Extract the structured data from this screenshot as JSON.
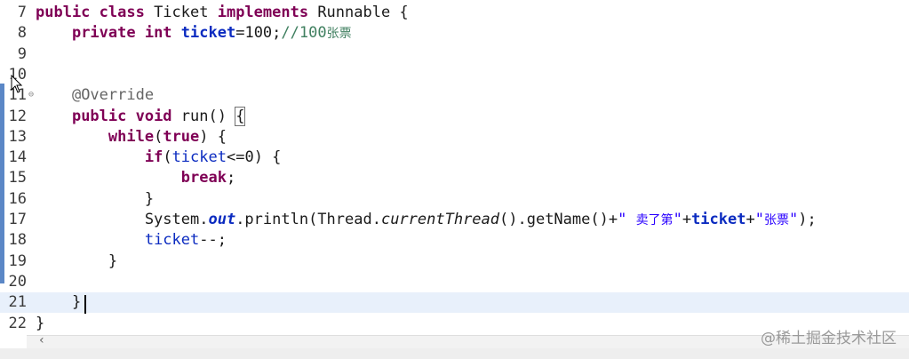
{
  "editor": {
    "lines": [
      {
        "num": "7",
        "parts": [
          {
            "t": "public class",
            "k": "kw"
          },
          {
            "t": " Ticket "
          },
          {
            "t": "implements",
            "k": "kw"
          },
          {
            "t": " Runnable {"
          }
        ]
      },
      {
        "num": "8",
        "parts": [
          {
            "t": "    "
          },
          {
            "t": "private int",
            "k": "kw"
          },
          {
            "t": " "
          },
          {
            "t": "ticket",
            "k": "fld"
          },
          {
            "t": "=100;"
          },
          {
            "t": "//100",
            "k": "cmt"
          },
          {
            "t": "张票",
            "k": "cmt cjk"
          }
        ]
      },
      {
        "num": "9",
        "parts": []
      },
      {
        "num": "10",
        "parts": []
      },
      {
        "num": "11",
        "parts": [
          {
            "t": "    "
          },
          {
            "t": "@Override",
            "k": "ann"
          }
        ]
      },
      {
        "num": "12",
        "parts": [
          {
            "t": "    "
          },
          {
            "t": "public void",
            "k": "kw"
          },
          {
            "t": " run() "
          },
          {
            "t": "{",
            "k": "bracket-box"
          }
        ]
      },
      {
        "num": "13",
        "parts": [
          {
            "t": "        "
          },
          {
            "t": "while",
            "k": "kw"
          },
          {
            "t": "("
          },
          {
            "t": "true",
            "k": "kw"
          },
          {
            "t": ") {"
          }
        ]
      },
      {
        "num": "14",
        "parts": [
          {
            "t": "            "
          },
          {
            "t": "if",
            "k": "kw"
          },
          {
            "t": "("
          },
          {
            "t": "ticket",
            "k": "fld-n"
          },
          {
            "t": "<=0) {"
          }
        ]
      },
      {
        "num": "15",
        "parts": [
          {
            "t": "                "
          },
          {
            "t": "break",
            "k": "kw"
          },
          {
            "t": ";"
          }
        ]
      },
      {
        "num": "16",
        "parts": [
          {
            "t": "            }"
          }
        ]
      },
      {
        "num": "17",
        "parts": [
          {
            "t": "            System."
          },
          {
            "t": "out",
            "k": "fi"
          },
          {
            "t": ".println(Thread."
          },
          {
            "t": "currentThread",
            "k": "it"
          },
          {
            "t": "().getName()+"
          },
          {
            "t": "\" ",
            "k": "str"
          },
          {
            "t": "卖了第",
            "k": "str cjk"
          },
          {
            "t": "\"",
            "k": "str"
          },
          {
            "t": "+"
          },
          {
            "t": "ticket",
            "k": "fld"
          },
          {
            "t": "+"
          },
          {
            "t": "\"",
            "k": "str"
          },
          {
            "t": "张票",
            "k": "str cjk"
          },
          {
            "t": "\"",
            "k": "str"
          },
          {
            "t": ");"
          }
        ]
      },
      {
        "num": "18",
        "parts": [
          {
            "t": "            "
          },
          {
            "t": "ticket",
            "k": "fld-n"
          },
          {
            "t": "--;"
          }
        ]
      },
      {
        "num": "19",
        "parts": [
          {
            "t": "        }"
          }
        ]
      },
      {
        "num": "20",
        "parts": []
      },
      {
        "num": "21",
        "parts": [
          {
            "t": "    }"
          }
        ],
        "current": true
      },
      {
        "num": "22",
        "parts": [
          {
            "t": "}"
          }
        ]
      }
    ]
  },
  "scrollbar": {
    "left_arrow": "‹"
  },
  "watermark": "@稀土掘金技术社区",
  "colors": {
    "keyword": "#7f0055",
    "field": "#0b2bc0",
    "string": "#2a00ff",
    "comment": "#3f7f5f",
    "current_line": "#e8f0fb",
    "change_bar": "#5b87c6"
  }
}
